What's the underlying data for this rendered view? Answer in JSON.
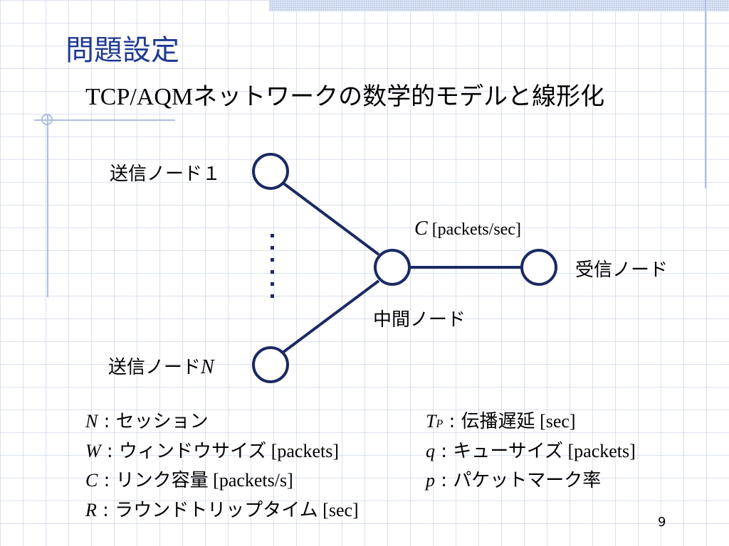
{
  "slide": {
    "title": "問題設定",
    "subtitle_latin": "TCP/AQM",
    "subtitle_rest": "ネットワークの数学的モデルと線形化",
    "page_number": "9"
  },
  "diagram": {
    "sender1_label": "送信ノード１",
    "senderN_label_prefix": "送信ノード",
    "senderN_label_symbol": "N",
    "router_label": "中間ノード",
    "receiver_label": "受信ノード",
    "capacity_symbol": "C",
    "capacity_unit": "[packets/sec]"
  },
  "legend": {
    "left": [
      {
        "symbol": "N",
        "sep": " : ",
        "text": "セッション",
        "unit": ""
      },
      {
        "symbol": "W",
        "sep": " : ",
        "text": "ウィンドウサイズ",
        "unit": " [packets]"
      },
      {
        "symbol": "C",
        "sep": " : ",
        "text": "リンク容量",
        "unit": " [packets/s]"
      },
      {
        "symbol": "R",
        "sep": " : ",
        "text": "ラウンドトリップタイム",
        "unit": " [sec]"
      }
    ],
    "right": [
      {
        "symbol": "T",
        "sub": "P",
        "sep": " : ",
        "text": "伝播遅延",
        "unit": " [sec]"
      },
      {
        "symbol": "q",
        "sep": "  : ",
        "text": "キューサイズ",
        "unit": " [packets]"
      },
      {
        "symbol": "p",
        "sep": "  : ",
        "text": "パケットマーク率",
        "unit": ""
      }
    ]
  },
  "colors": {
    "title": "#1f3a93",
    "node_stroke": "#1b2a63",
    "grid": "#bec8e1",
    "accent_band": "#dde6f6"
  }
}
